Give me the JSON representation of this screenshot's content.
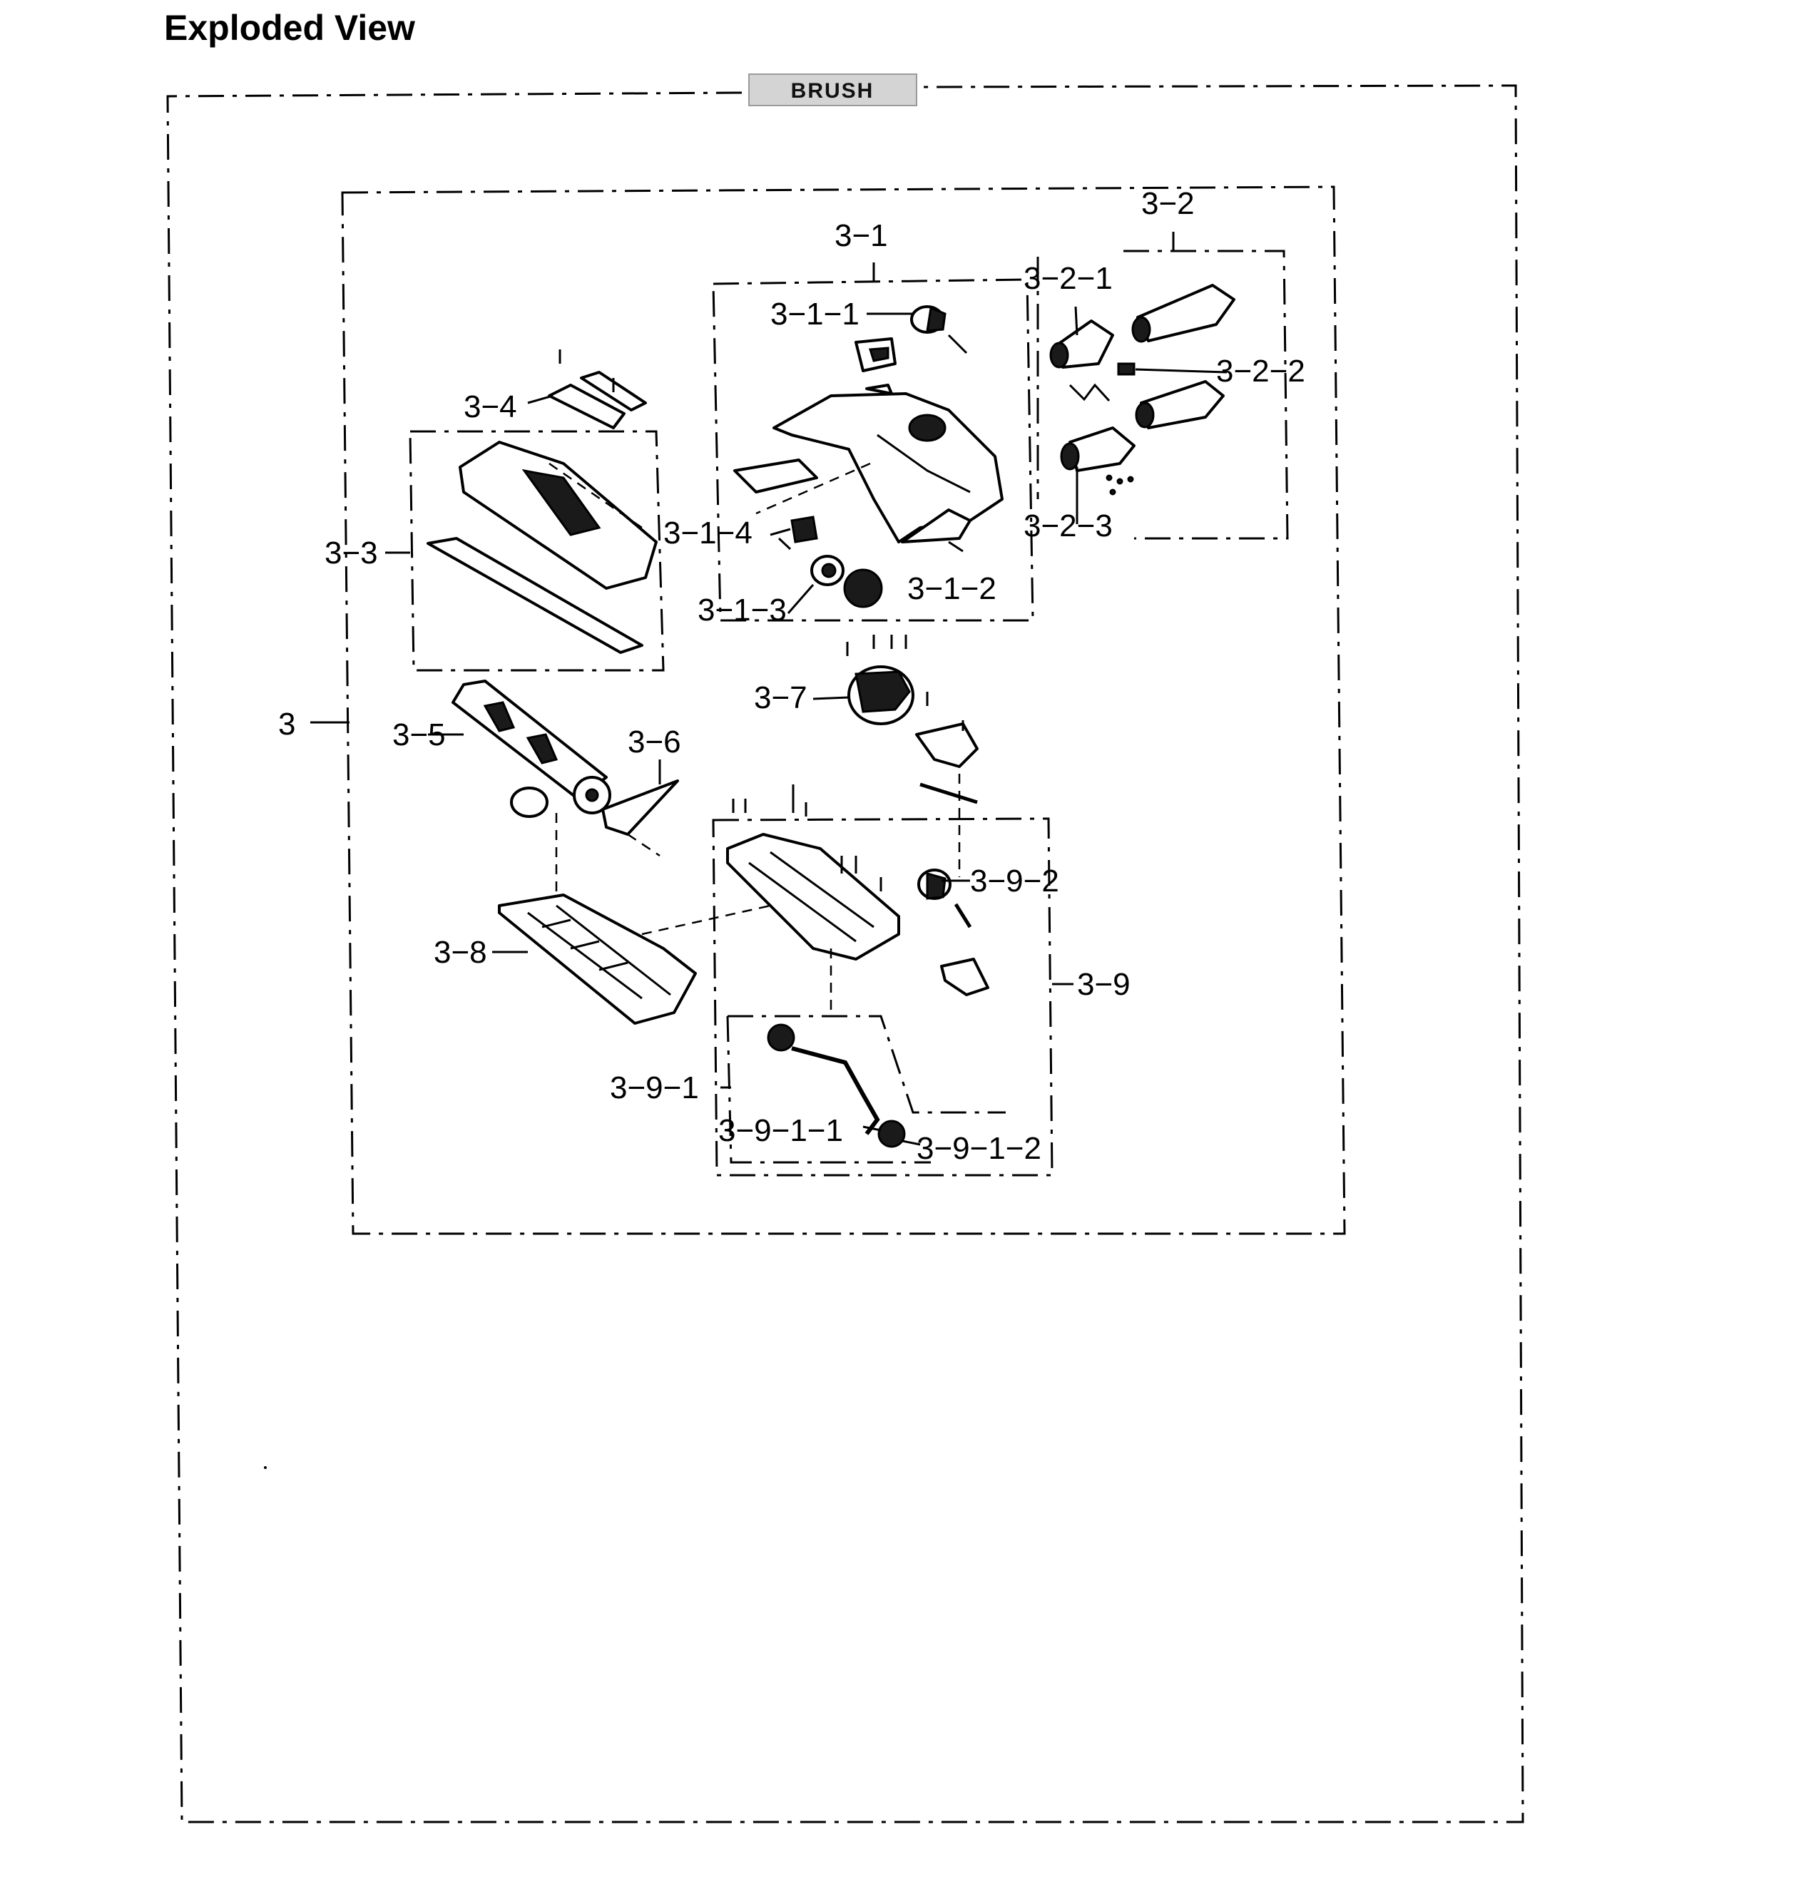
{
  "page": {
    "title": "Exploded View"
  },
  "section": {
    "badge": "BRUSH"
  },
  "labels": {
    "l3": "3",
    "l3_1": "3−1",
    "l3_1_1": "3−1−1",
    "l3_1_2": "3−1−2",
    "l3_1_3": "3−1−3",
    "l3_1_4": "3−1−4",
    "l3_2": "3−2",
    "l3_2_1": "3−2−1",
    "l3_2_2": "3−2−2",
    "l3_2_3": "3−2−3",
    "l3_3": "3−3",
    "l3_4": "3−4",
    "l3_5": "3−5",
    "l3_6": "3−6",
    "l3_7": "3−7",
    "l3_8": "3−8",
    "l3_9": "3−9",
    "l3_9_1": "3−9−1",
    "l3_9_1_1": "3−9−1−1",
    "l3_9_1_2": "3−9−1−2",
    "l3_9_2": "3−9−2"
  }
}
